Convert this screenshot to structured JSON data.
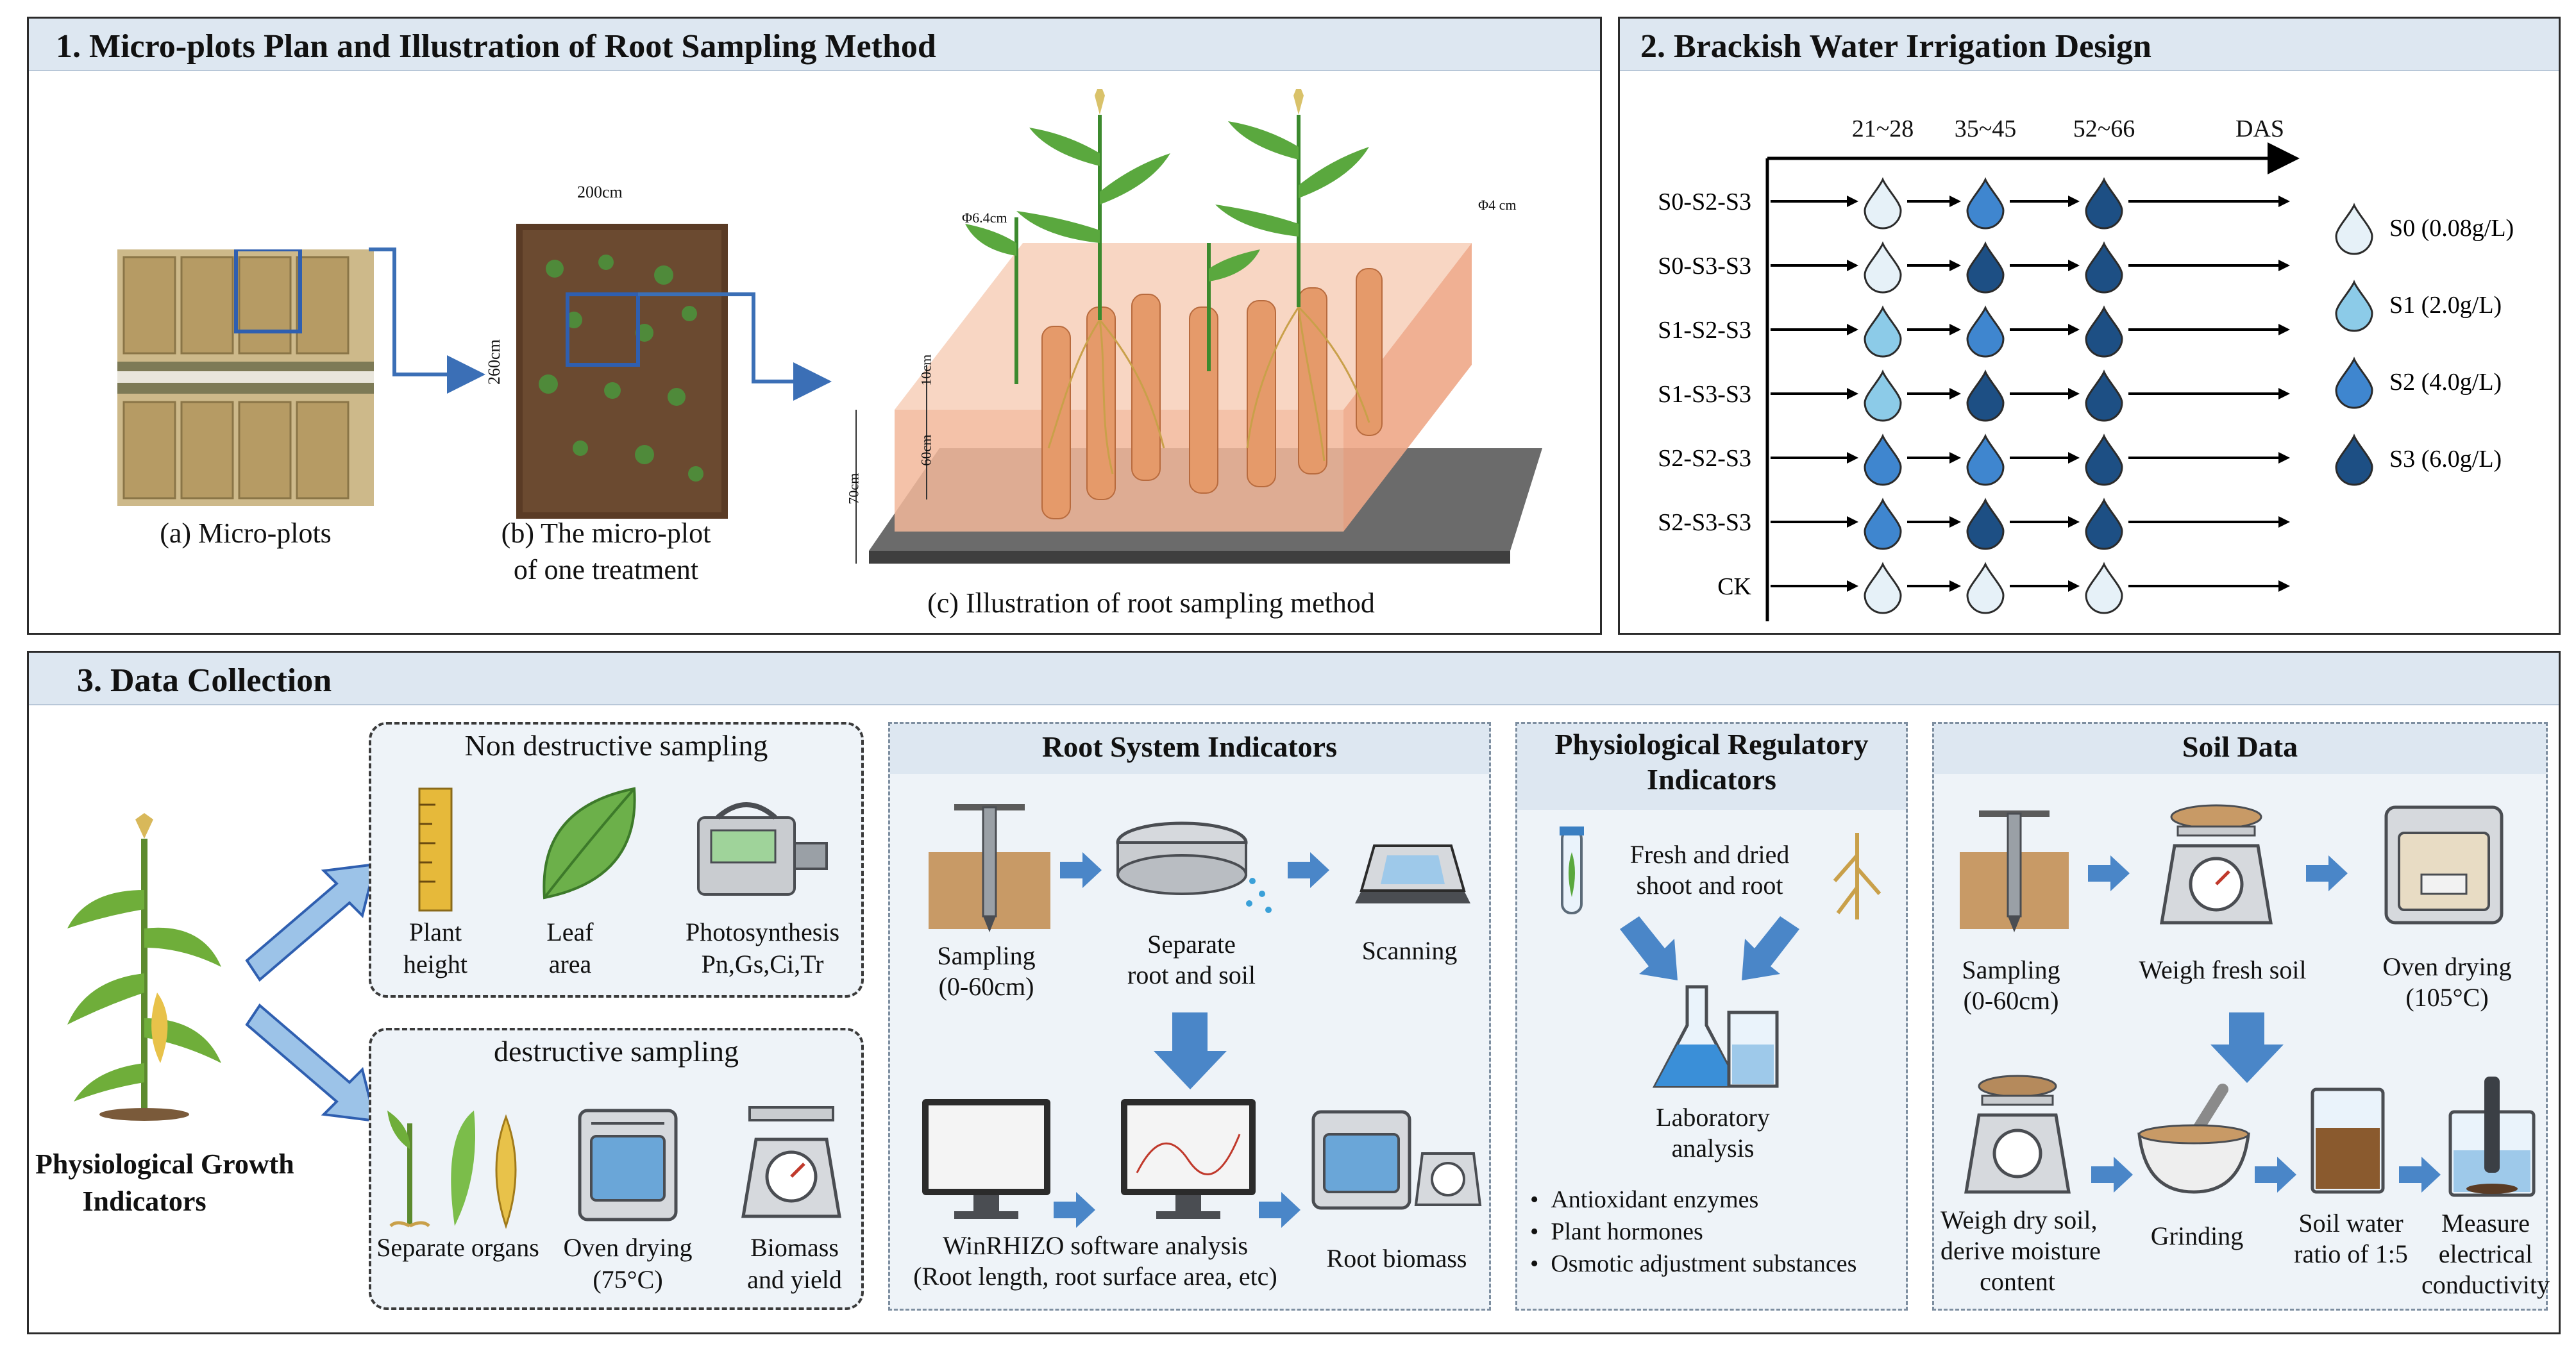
{
  "panel1": {
    "title": "1. Micro-plots Plan and Illustration of Root Sampling Method",
    "caption_a": "(a) Micro-plots",
    "caption_b_line1": "(b) The micro-plot",
    "caption_b_line2": "of one treatment",
    "caption_c": "(c) Illustration of root sampling method",
    "dim_width": "200cm",
    "dim_length": "260cm",
    "dim_70": "70cm",
    "dim_60": "60cm",
    "dim_10": "10cm",
    "dim_d1": "Φ6.4cm",
    "dim_d2": "Φ4 cm"
  },
  "panel2": {
    "title": "2. Brackish Water Irrigation Design",
    "axis_label": "DAS",
    "periods": [
      "21~28",
      "35~45",
      "52~66"
    ],
    "treatments": [
      {
        "name": "S0-S2-S3",
        "levels": [
          0,
          2,
          3
        ]
      },
      {
        "name": "S0-S3-S3",
        "levels": [
          0,
          3,
          3
        ]
      },
      {
        "name": "S1-S2-S3",
        "levels": [
          1,
          2,
          3
        ]
      },
      {
        "name": "S1-S3-S3",
        "levels": [
          1,
          3,
          3
        ]
      },
      {
        "name": "S2-S2-S3",
        "levels": [
          2,
          2,
          3
        ]
      },
      {
        "name": "S2-S3-S3",
        "levels": [
          2,
          3,
          3
        ]
      },
      {
        "name": "CK",
        "levels": [
          0,
          0,
          0
        ]
      }
    ],
    "legend": [
      {
        "label": "S0 (0.08g/L)",
        "color": "#e6f1f8"
      },
      {
        "label": "S1 (2.0g/L)",
        "color": "#8ccbe8"
      },
      {
        "label": "S2 (4.0g/L)",
        "color": "#3f86cf"
      },
      {
        "label": "S3 (6.0g/L)",
        "color": "#1d4f84"
      }
    ]
  },
  "panel3": {
    "title": "3. Data Collection",
    "growth_label_1": "Physiological Growth",
    "growth_label_2": "Indicators",
    "nondestructive": {
      "title": "Non destructive sampling",
      "items": [
        {
          "l1": "Plant",
          "l2": "height"
        },
        {
          "l1": "Leaf",
          "l2": "area"
        },
        {
          "l1": "Photosynthesis",
          "l2": "Pn,Gs,Ci,Tr"
        }
      ]
    },
    "destructive": {
      "title": "destructive sampling",
      "items": [
        {
          "l1": "Separate organs",
          "l2": ""
        },
        {
          "l1": "Oven drying",
          "l2": "(75°C)"
        },
        {
          "l1": "Biomass",
          "l2": "and yield"
        }
      ]
    },
    "root": {
      "title": "Root System Indicators",
      "sampling_l1": "Sampling",
      "sampling_l2": "(0-60cm)",
      "separate_l1": "Separate",
      "separate_l2": "root and soil",
      "scanning": "Scanning",
      "winrhizo_l1": "WinRHIZO software analysis",
      "winrhizo_l2": "(Root length, root surface area, etc)",
      "biomass": "Root biomass"
    },
    "physio": {
      "title_l1": "Physiological Regulatory",
      "title_l2": "Indicators",
      "fresh_l1": "Fresh and dried",
      "fresh_l2": "shoot and root",
      "lab_l1": "Laboratory",
      "lab_l2": "analysis",
      "bullets": [
        "Antioxidant enzymes",
        "Plant hormones",
        "Osmotic adjustment substances"
      ]
    },
    "soil": {
      "title": "Soil Data",
      "sampling_l1": "Sampling",
      "sampling_l2": "(0-60cm)",
      "weigh_fresh": "Weigh fresh soil",
      "oven_l1": "Oven drying",
      "oven_l2": "(105°C)",
      "weigh_dry_l1": "Weigh dry soil,",
      "weigh_dry_l2": "derive moisture",
      "weigh_dry_l3": "content",
      "grinding": "Grinding",
      "ratio_l1": "Soil water",
      "ratio_l2": "ratio of 1:5",
      "measure_l1": "Measure",
      "measure_l2": "electrical",
      "measure_l3": "conductivity"
    }
  }
}
